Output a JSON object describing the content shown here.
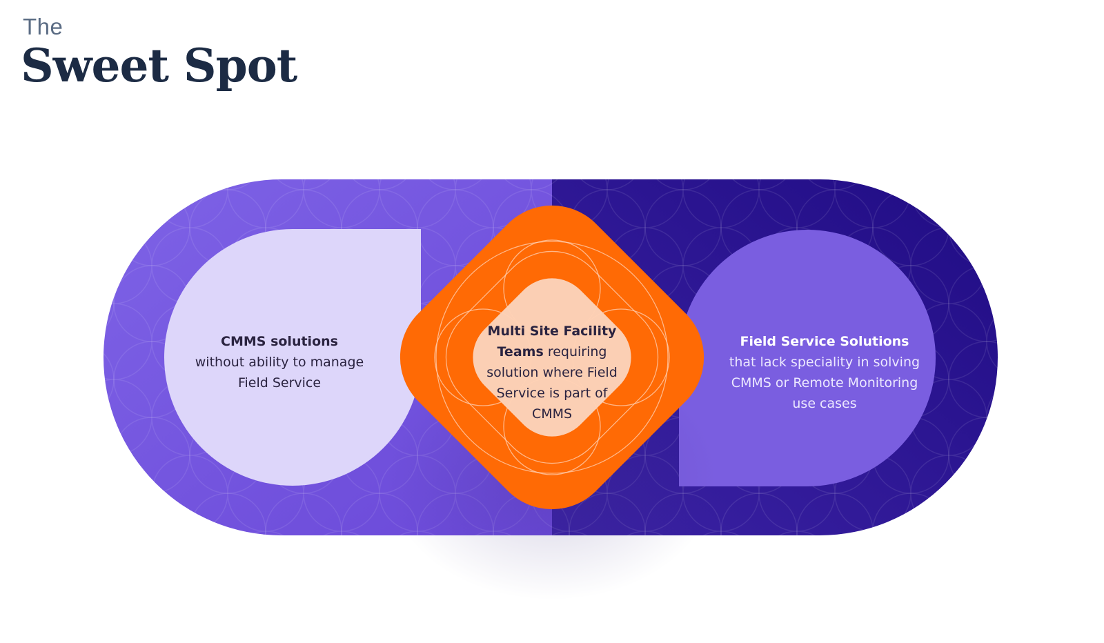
{
  "title": {
    "small": "The",
    "big": "Sweet Spot"
  },
  "left": {
    "lead": "CMMS solutions",
    "rest": "without ability to manage Field Service"
  },
  "center": {
    "lead": "Multi Site Facility Teams",
    "rest": "requiring solution where Field Service is part of CMMS"
  },
  "right": {
    "lead": "Field Service Solutions",
    "rest": "that lack speciality in solving CMMS or Remote Monitoring use cases"
  },
  "colors": {
    "left_ring": "#7557e0",
    "left_inner": "#ddd6fa",
    "right_ring": "#2b1591",
    "right_inner": "#7a5ee0",
    "diamond": "#ff6a05",
    "diamond_inner": "#fbcfb4",
    "title_dark": "#1c2b44",
    "title_muted": "#5b6c84"
  }
}
